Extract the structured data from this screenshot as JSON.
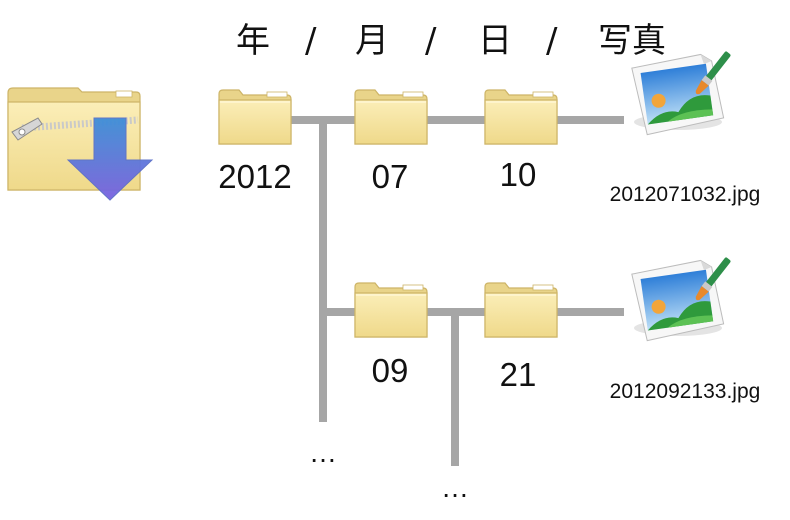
{
  "header": {
    "year": "年",
    "sep1": "/",
    "month": "月",
    "sep2": "/",
    "day": "日",
    "sep3": "/",
    "photo": "写真"
  },
  "folders": {
    "year": "2012",
    "month_a": "07",
    "day_a": "10",
    "month_b": "09",
    "day_b": "21"
  },
  "files": {
    "file_a": "2012071032.jpg",
    "file_b": "2012092133.jpg"
  },
  "ellipsis": {
    "more_months": "…",
    "more_days": "…"
  },
  "colors": {
    "connector": "#a6a6a6",
    "folder_body": "#f5e4a3",
    "folder_border": "#d4bd6c",
    "download_arrow": "#4a7fd0"
  },
  "icons": {
    "archive": "zip-folder-download-icon",
    "folder": "folder-icon",
    "image": "picture-file-icon"
  }
}
